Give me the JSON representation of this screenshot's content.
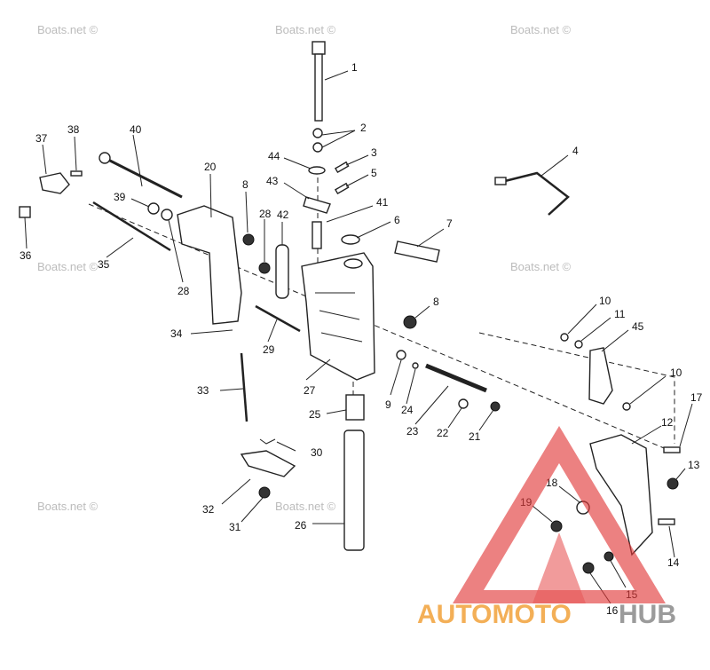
{
  "watermark": "Boats.net ©",
  "labels": [
    "1",
    "2",
    "3",
    "4",
    "5",
    "6",
    "7",
    "8",
    "8",
    "9",
    "10",
    "10",
    "11",
    "12",
    "13",
    "14",
    "15",
    "16",
    "17",
    "18",
    "19",
    "20",
    "21",
    "22",
    "23",
    "24",
    "25",
    "26",
    "27",
    "28",
    "28",
    "29",
    "30",
    "31",
    "32",
    "33",
    "34",
    "35",
    "36",
    "37",
    "38",
    "39",
    "40",
    "41",
    "42",
    "43",
    "44",
    "45"
  ],
  "logo": {
    "part1": "AUTOMOTO",
    "part2": "HUB"
  },
  "colors": {
    "logo_orange": "#f2a23a",
    "logo_gray": "#8a8a8a",
    "logo_red": "#e23a3a"
  }
}
